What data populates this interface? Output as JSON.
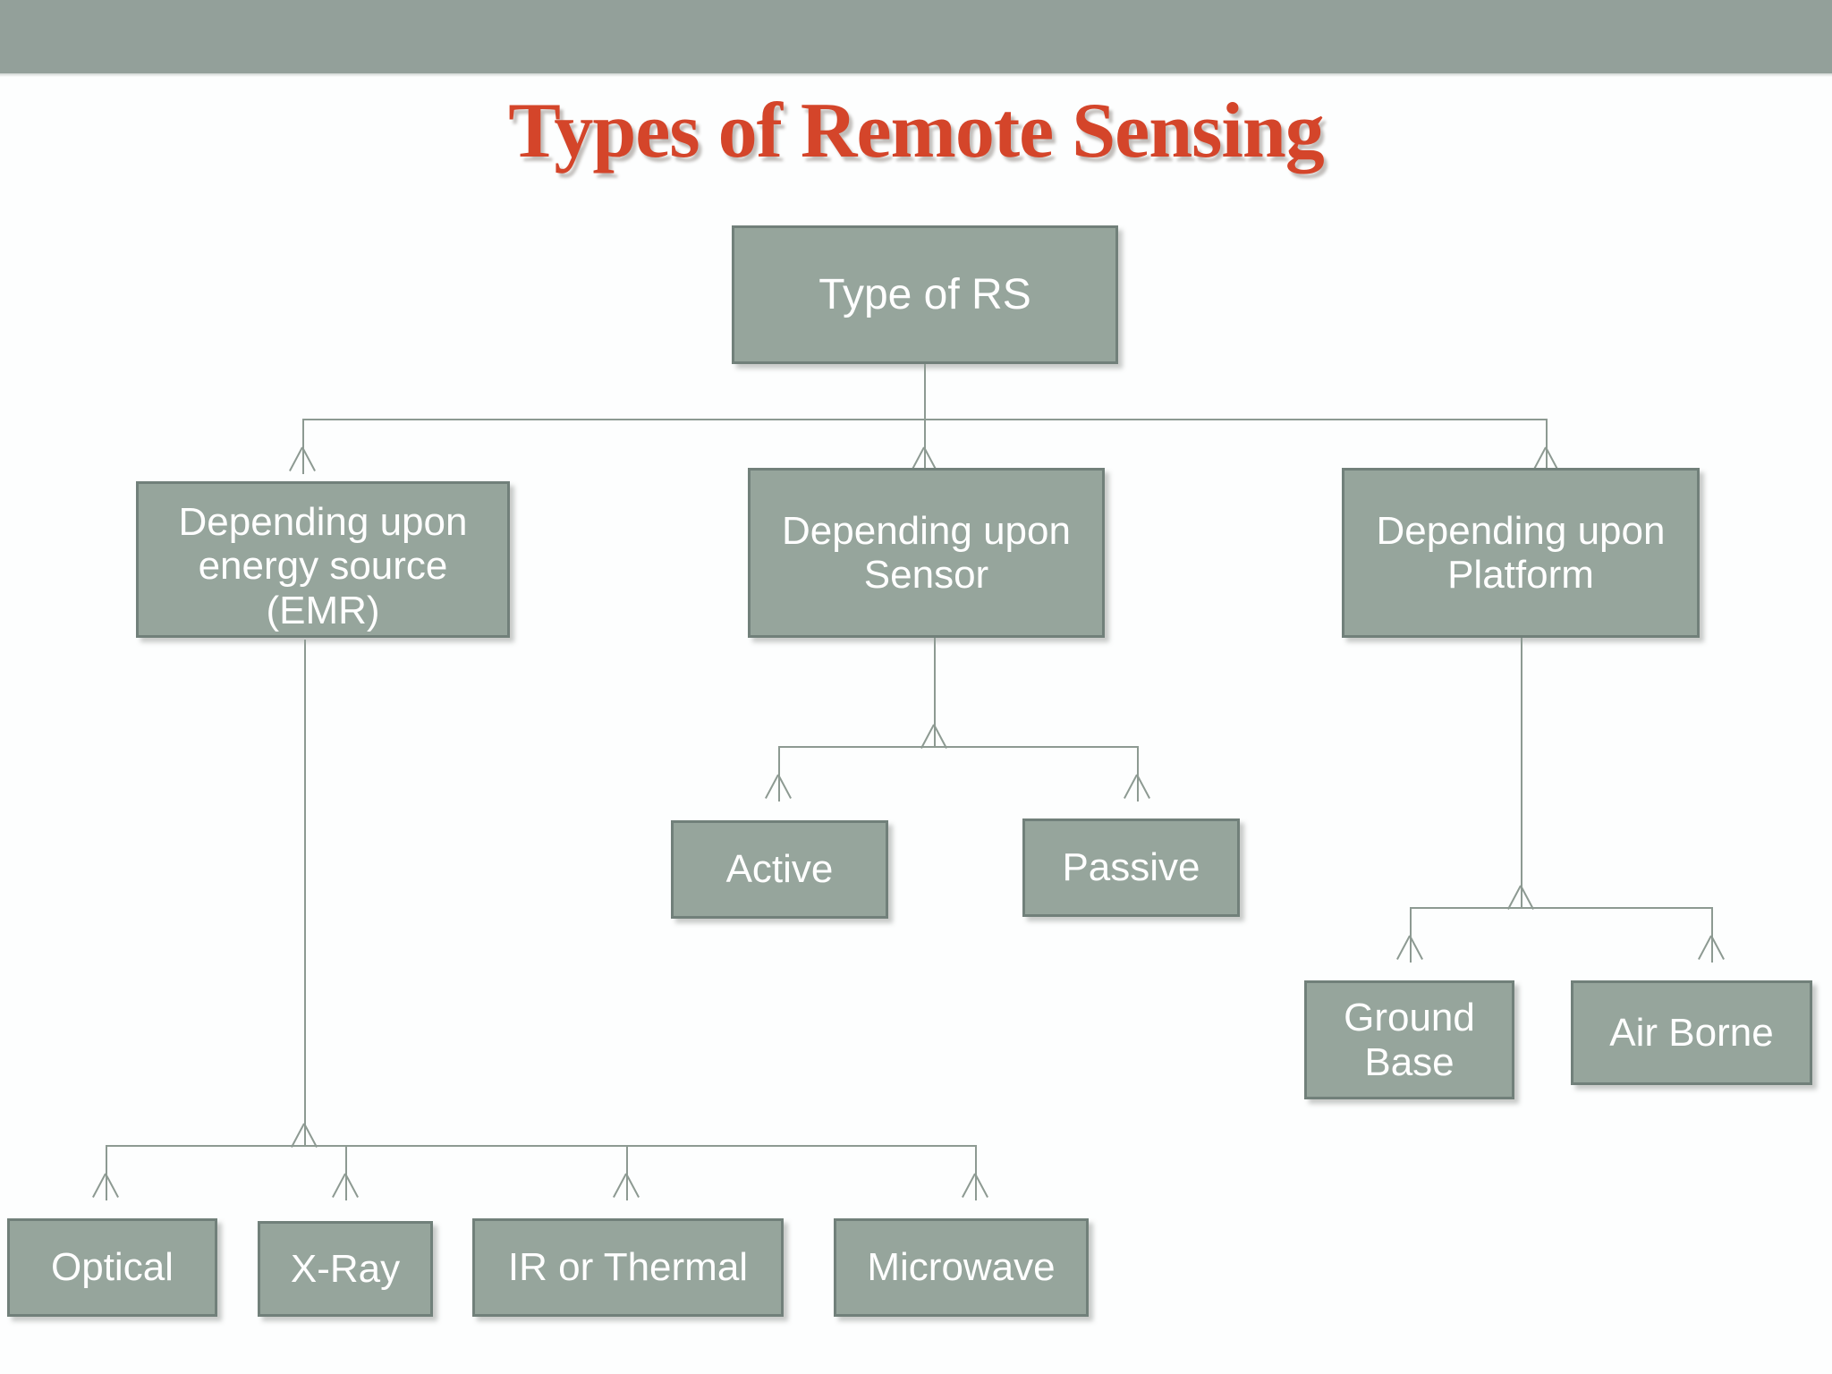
{
  "slide": {
    "title": "Types of Remote Sensing",
    "title_color": "#d4452a",
    "band_color": "#93a09a",
    "box_fill": "#96a59c",
    "box_border": "#71807a",
    "box_text_color": "#ffffff",
    "connector_color": "#8d9a92",
    "background": "#ffffff"
  },
  "diagram": {
    "type": "tree",
    "root": {
      "label": "Type of RS"
    },
    "level2": [
      {
        "label": "Depending upon\nenergy source\n(EMR)"
      },
      {
        "label": "Depending upon\nSensor"
      },
      {
        "label": "Depending upon\nPlatform"
      }
    ],
    "energy_children": [
      {
        "label": "Optical"
      },
      {
        "label": "X-Ray"
      },
      {
        "label": "IR or Thermal"
      },
      {
        "label": "Microwave"
      }
    ],
    "sensor_children": [
      {
        "label": "Active"
      },
      {
        "label": "Passive"
      }
    ],
    "platform_children": [
      {
        "label": "Ground\nBase"
      },
      {
        "label": "Air Borne"
      }
    ]
  }
}
